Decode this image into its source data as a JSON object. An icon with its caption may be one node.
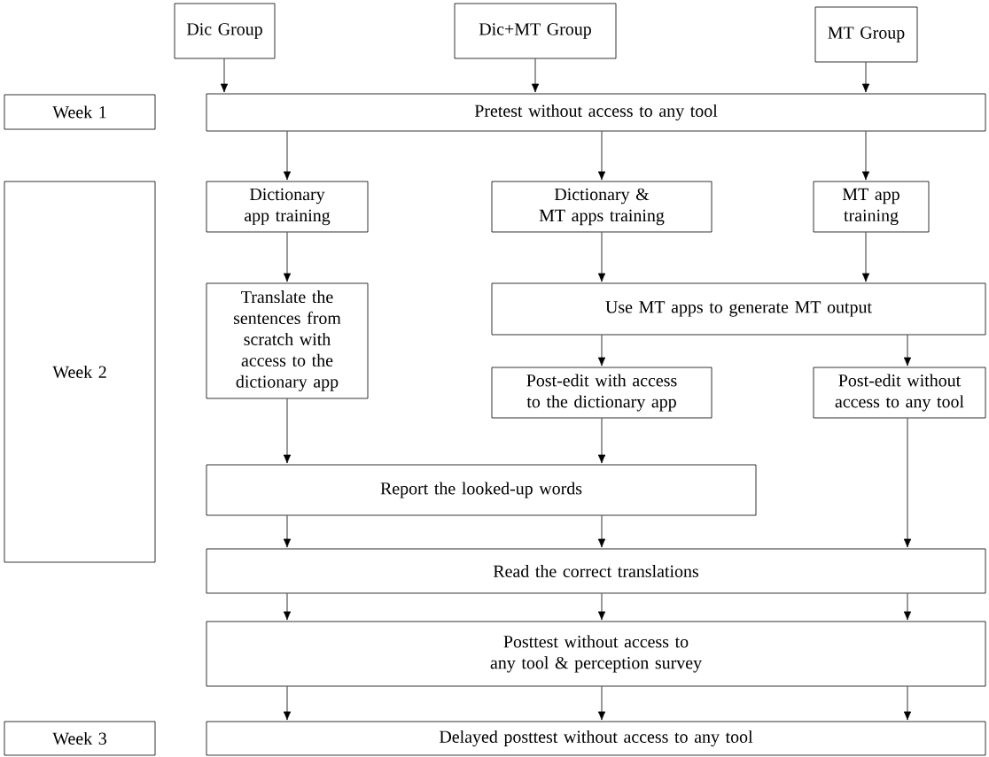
{
  "diagram": {
    "nodes": [
      {
        "text": [
          "Dic Group"
        ]
      },
      {
        "text": [
          "Dic+MT Group"
        ]
      },
      {
        "text": [
          "MT Group"
        ]
      },
      {
        "text": [
          "Week 1"
        ]
      },
      {
        "text": [
          "Pretest without access to any tool"
        ]
      },
      {
        "text": [
          "Week 2"
        ]
      },
      {
        "text": [
          "Dictionary app training"
        ]
      },
      {
        "text": [
          "Dictionary & MT apps training"
        ]
      },
      {
        "text": [
          "MT app training"
        ]
      },
      {
        "text": [
          "Translate the sentences from scratch with access to the dictionary app"
        ]
      },
      {
        "text": [
          "Use MT apps to generate MT output"
        ]
      },
      {
        "text": [
          "Post-edit with access to the dictionary app"
        ]
      },
      {
        "text": [
          "Post-edit without access to any tool"
        ]
      },
      {
        "text": [
          "Report the looked-up words"
        ]
      },
      {
        "text": [
          "Read the correct translations"
        ]
      },
      {
        "text": [
          "Posttest without access to any tool & perception survey"
        ]
      },
      {
        "text": [
          "Week 3"
        ]
      },
      {
        "text": [
          "Delayed posttest without access to any tool"
        ]
      }
    ],
    "edges": [
      {
        "from": 0,
        "to": 4,
        "arrow": "to"
      },
      {
        "from": 1,
        "to": 4,
        "arrow": "to"
      },
      {
        "from": 2,
        "to": 4,
        "arrow": "to"
      },
      {
        "from": 4,
        "to": 6,
        "arrow": "to"
      },
      {
        "from": 4,
        "to": 7,
        "arrow": "to"
      },
      {
        "from": 4,
        "to": 8,
        "arrow": "to"
      },
      {
        "from": 6,
        "to": 9,
        "arrow": "to"
      },
      {
        "from": 7,
        "to": 10,
        "arrow": "to"
      },
      {
        "from": 8,
        "to": 10,
        "arrow": "to"
      },
      {
        "from": 10,
        "to": 11,
        "arrow": "to"
      },
      {
        "from": 10,
        "to": 12,
        "arrow": "to"
      },
      {
        "from": 9,
        "to": 13,
        "arrow": "to"
      },
      {
        "from": 11,
        "to": 13,
        "arrow": "to"
      },
      {
        "from": 12,
        "to": 14,
        "arrow": "to"
      },
      {
        "from": 13,
        "to": 14,
        "arrow": "to"
      },
      {
        "from": 13,
        "to": 14,
        "arrow": "to"
      },
      {
        "from": 14,
        "to": 15,
        "arrow": "to"
      },
      {
        "from": 14,
        "to": 15,
        "arrow": "to"
      },
      {
        "from": 14,
        "to": 15,
        "arrow": "to"
      },
      {
        "from": 15,
        "to": 17,
        "arrow": "to"
      },
      {
        "from": 15,
        "to": 17,
        "arrow": "to"
      },
      {
        "from": 15,
        "to": 17,
        "arrow": "to"
      }
    ]
  }
}
